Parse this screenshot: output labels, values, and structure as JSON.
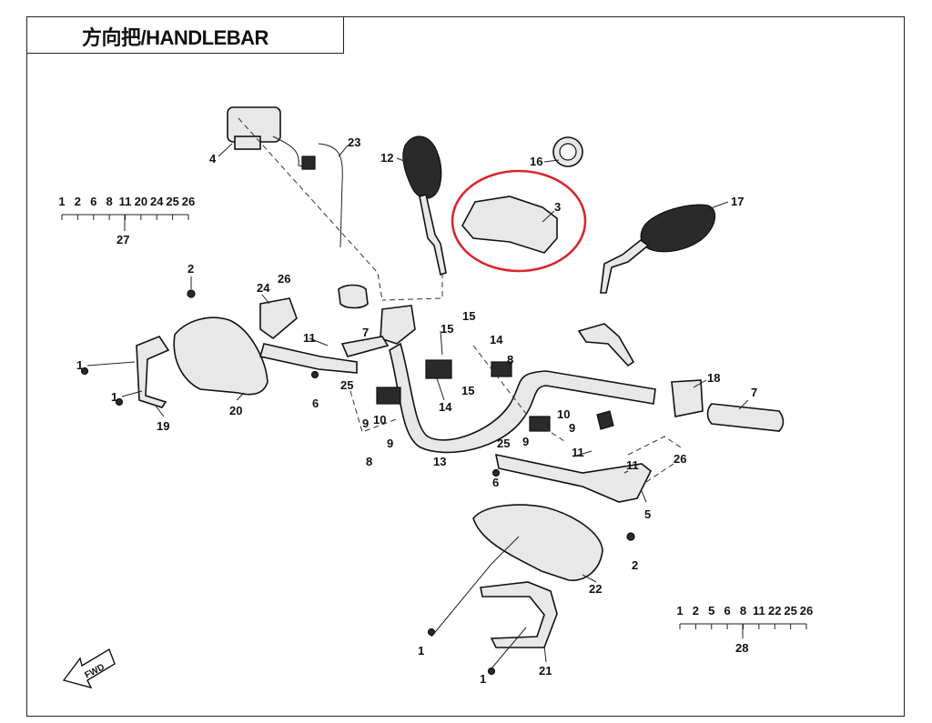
{
  "title": "方向把/HANDLEBAR",
  "callouts": [
    {
      "id": "c1",
      "label": "1"
    },
    {
      "id": "c2",
      "label": "1"
    },
    {
      "id": "c3",
      "label": "1"
    },
    {
      "id": "c4",
      "label": "1"
    },
    {
      "id": "c5",
      "label": "2"
    },
    {
      "id": "c6",
      "label": "2"
    },
    {
      "id": "c7",
      "label": "3"
    },
    {
      "id": "c8",
      "label": "4"
    },
    {
      "id": "c9",
      "label": "5"
    },
    {
      "id": "c10",
      "label": "6"
    },
    {
      "id": "c11",
      "label": "6"
    },
    {
      "id": "c12",
      "label": "7"
    },
    {
      "id": "c13",
      "label": "7"
    },
    {
      "id": "c14",
      "label": "8"
    },
    {
      "id": "c15",
      "label": "8"
    },
    {
      "id": "c16",
      "label": "9"
    },
    {
      "id": "c17",
      "label": "9"
    },
    {
      "id": "c18",
      "label": "9"
    },
    {
      "id": "c19",
      "label": "9"
    },
    {
      "id": "c20",
      "label": "10"
    },
    {
      "id": "c21",
      "label": "10"
    },
    {
      "id": "c22",
      "label": "11"
    },
    {
      "id": "c23",
      "label": "11"
    },
    {
      "id": "c24",
      "label": "11"
    },
    {
      "id": "c25",
      "label": "12"
    },
    {
      "id": "c26",
      "label": "13"
    },
    {
      "id": "c27",
      "label": "14"
    },
    {
      "id": "c28",
      "label": "14"
    },
    {
      "id": "c29",
      "label": "15"
    },
    {
      "id": "c30",
      "label": "15"
    },
    {
      "id": "c31",
      "label": "15"
    },
    {
      "id": "c32",
      "label": "16"
    },
    {
      "id": "c33",
      "label": "17"
    },
    {
      "id": "c34",
      "label": "18"
    },
    {
      "id": "c35",
      "label": "19"
    },
    {
      "id": "c36",
      "label": "20"
    },
    {
      "id": "c37",
      "label": "21"
    },
    {
      "id": "c38",
      "label": "22"
    },
    {
      "id": "c39",
      "label": "23"
    },
    {
      "id": "c40",
      "label": "24"
    },
    {
      "id": "c41",
      "label": "25"
    },
    {
      "id": "c42",
      "label": "25"
    },
    {
      "id": "c43",
      "label": "26"
    },
    {
      "id": "c44",
      "label": "26"
    }
  ],
  "assemblies": [
    {
      "name": "27",
      "components": [
        "1",
        "2",
        "6",
        "8",
        "11",
        "20",
        "24",
        "25",
        "26"
      ]
    },
    {
      "name": "28",
      "components": [
        "1",
        "2",
        "5",
        "6",
        "8",
        "11",
        "22",
        "25",
        "26"
      ]
    }
  ],
  "fwd_label": "FWD",
  "highlight_color": "#d9262c"
}
